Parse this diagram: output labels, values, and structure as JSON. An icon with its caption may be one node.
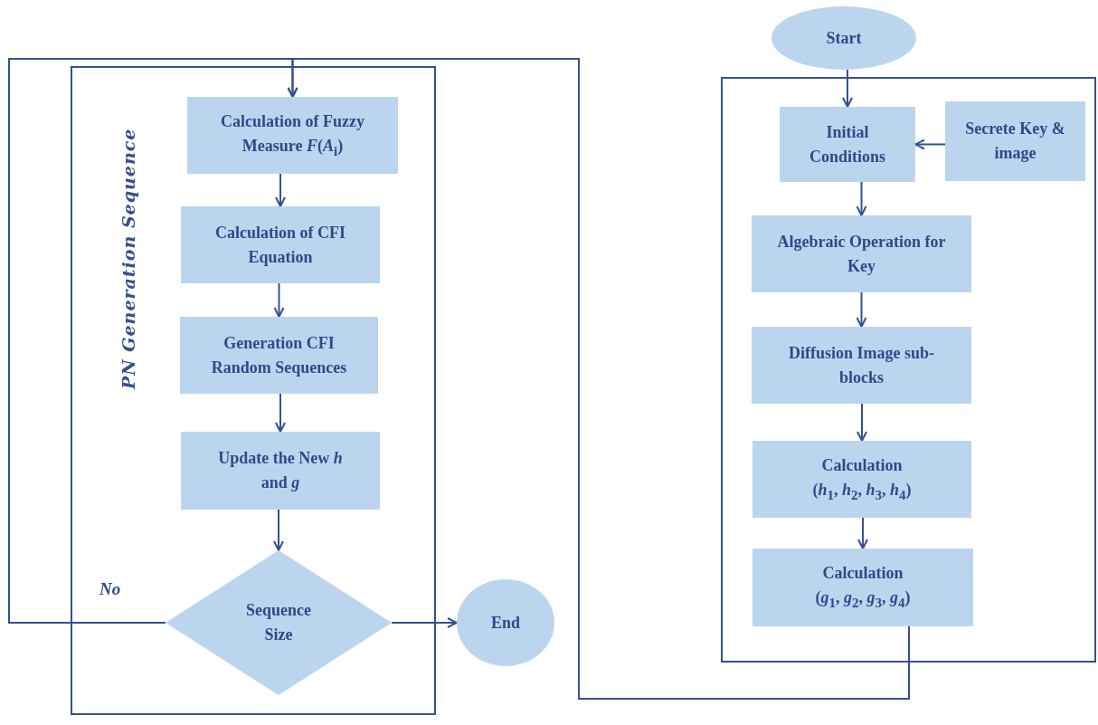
{
  "diagram": {
    "nodes": [
      {
        "text": [
          "PN Generation Sequence"
        ]
      },
      {
        "text": [
          "Calculation of Fuzzy Measure *F*(*A*$_{i}$)"
        ],
        "in": 0
      },
      {
        "text": [
          "Calculation of CFI Equation"
        ],
        "in": 0
      },
      {
        "text": [
          "Generation CFI Random Sequences"
        ],
        "in": 0
      },
      {
        "text": [
          "Update the New *h* and *g*"
        ],
        "in": 0
      },
      {
        "text": [
          "Sequence Size"
        ],
        "in": 0
      },
      {
        "text": [
          "End"
        ]
      },
      {
        "text": [
          "Start"
        ]
      },
      {
        "text": [],
        "shape": "box"
      },
      {
        "text": [
          "Initial Conditions"
        ],
        "in": 8
      },
      {
        "text": [
          "Secrete Key & image"
        ],
        "in": 8
      },
      {
        "text": [
          "Algebraic Operation for Key"
        ],
        "in": 8
      },
      {
        "text": [
          "Diffusion Image sub-blocks"
        ],
        "in": 8
      },
      {
        "text": [
          "Calculation",
          "(*h*$_{1}$, *h*$_{2}$, *h*$_{3}$, *h*$_{4}$)"
        ],
        "in": 8
      },
      {
        "text": [
          "Calculation",
          "(*g*$_{1}$, *g*$_{2}$, *g*$_{3}$, *g*$_{4}$)"
        ],
        "in": 8
      }
    ],
    "edges": [
      {
        "from": 1,
        "to": 2,
        "arrow": "to"
      },
      {
        "from": 2,
        "to": 3,
        "arrow": "to"
      },
      {
        "from": 3,
        "to": 4,
        "arrow": "to"
      },
      {
        "from": 4,
        "to": 5,
        "arrow": "to"
      },
      {
        "from": 5,
        "to": 6,
        "arrow": "to"
      },
      {
        "from": 5,
        "to": 1,
        "label": "No",
        "arrow": "to"
      },
      {
        "from": 7,
        "to": 9,
        "arrow": "to"
      },
      {
        "from": 10,
        "to": 9,
        "arrow": "to"
      },
      {
        "from": 9,
        "to": 11,
        "arrow": "to"
      },
      {
        "from": 11,
        "to": 12,
        "arrow": "to"
      },
      {
        "from": 12,
        "to": 13,
        "arrow": "to"
      },
      {
        "from": 13,
        "to": 14,
        "arrow": "to"
      },
      {
        "from": 14,
        "to": 1,
        "arrow": "to"
      }
    ]
  }
}
